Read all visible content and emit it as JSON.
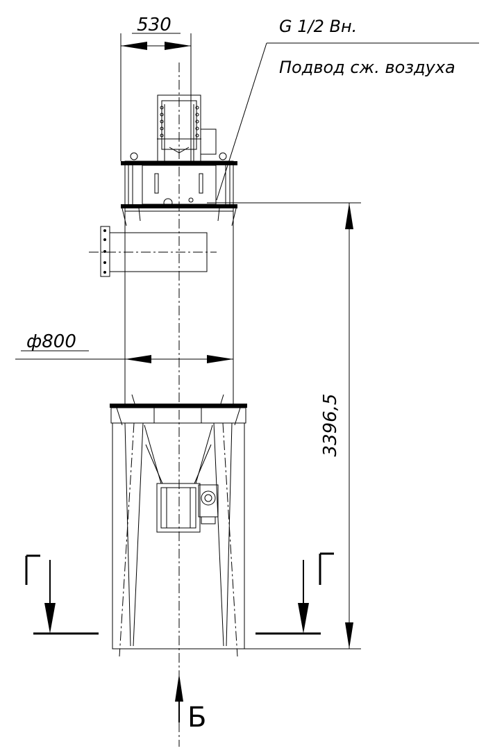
{
  "dimensions": {
    "width_530": "530",
    "thread_note": "G 1/2 Вн.",
    "air_supply_note": "Подвод сж. воздуха",
    "diameter": "ф800",
    "height": "3396,5"
  },
  "section_marks": {
    "left": "Г",
    "right": "Г"
  },
  "view_mark": "Б"
}
